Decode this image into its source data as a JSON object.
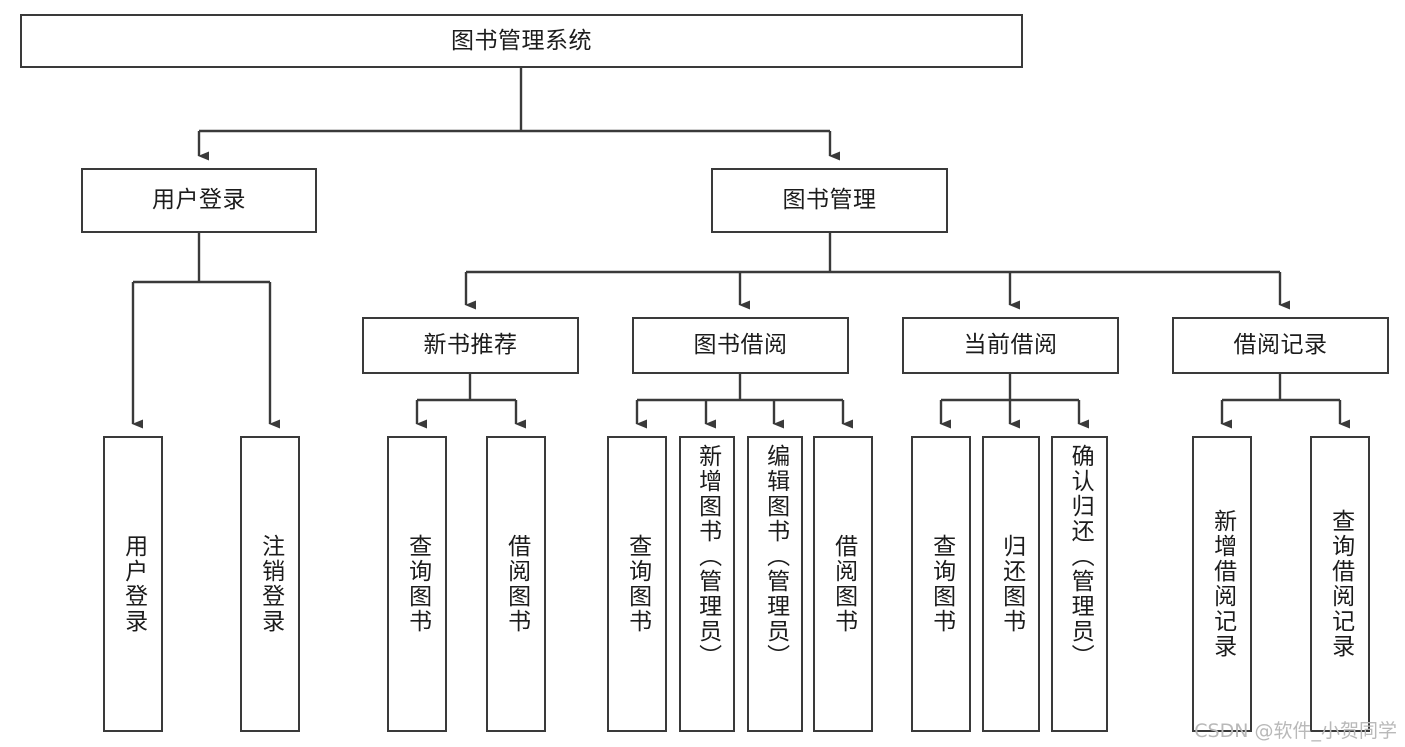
{
  "diagram": {
    "title": "图书管理系统",
    "type": "functional-structure-tree",
    "root": {
      "label": "图书管理系统"
    },
    "level2": [
      {
        "label": "用户登录"
      },
      {
        "label": "图书管理"
      }
    ],
    "level3": [
      {
        "label": "新书推荐"
      },
      {
        "label": "图书借阅"
      },
      {
        "label": "当前借阅"
      },
      {
        "label": "借阅记录"
      }
    ],
    "leaves": {
      "user_login": [
        {
          "label": "用户登录"
        },
        {
          "label": "注销登录"
        }
      ],
      "new_book_recommend": [
        {
          "label": "查询图书"
        },
        {
          "label": "借阅图书"
        }
      ],
      "book_borrow": [
        {
          "label": "查询图书"
        },
        {
          "label": "新增图书（管理员）"
        },
        {
          "label": "编辑图书（管理员）"
        },
        {
          "label": "借阅图书"
        }
      ],
      "current_borrow": [
        {
          "label": "查询图书"
        },
        {
          "label": "归还图书"
        },
        {
          "label": "确认归还（管理员）"
        }
      ],
      "borrow_record": [
        {
          "label": "新增借阅记录"
        },
        {
          "label": "查询借阅记录"
        }
      ]
    },
    "watermark": "CSDN @软件_小贺同学",
    "colors": {
      "box_border": "#3a3a3a",
      "box_fill": "#ffffff",
      "edge": "#3a3a3a",
      "text": "#1c1c1c",
      "watermark": "#b9b9b9"
    }
  }
}
